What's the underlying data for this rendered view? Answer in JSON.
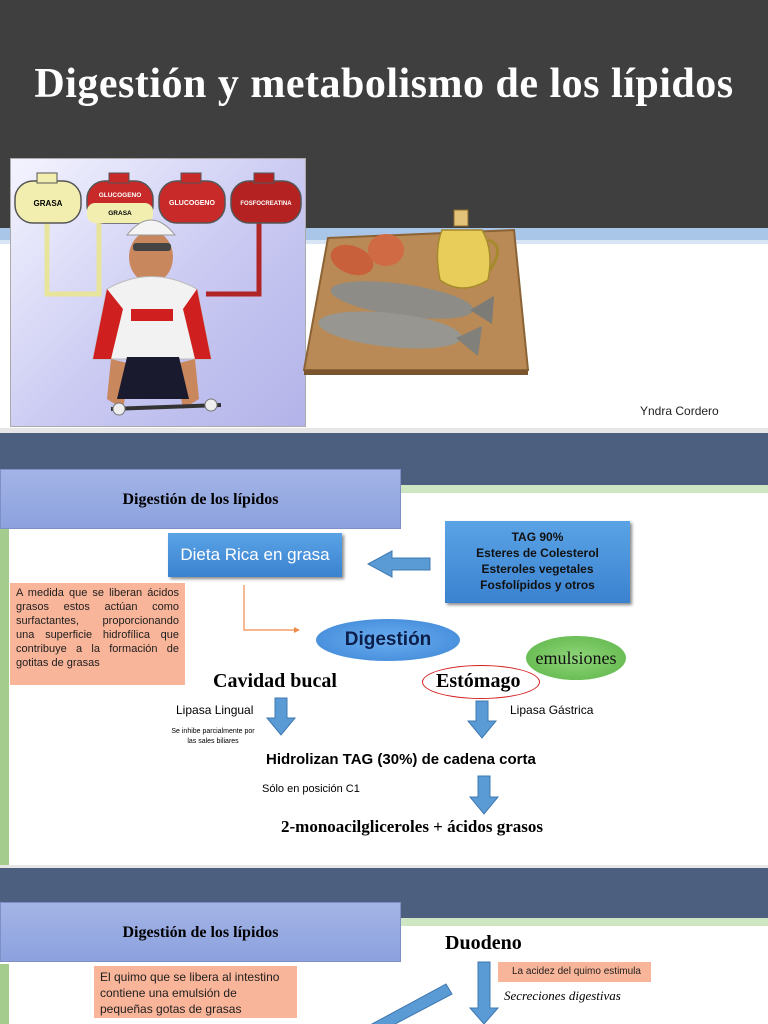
{
  "slide1": {
    "title": "Digestión y metabolismo de los lípidos",
    "author": "Yndra Cordero",
    "tanks": [
      "GRASA",
      "GLUCOGENO GRASA",
      "GLUCOGENO",
      "FOSFOCREATINA"
    ]
  },
  "slide2": {
    "title": "Digestión de los lípidos",
    "dieta": "Dieta Rica en grasa",
    "tag_lines": [
      "TAG  90%",
      "Esteres de Colesterol",
      "Esteroles vegetales",
      "Fosfolípidos y otros"
    ],
    "note": "A medida que se liberan ácidos grasos estos actúan como surfactantes, proporcionando una superficie hidrofílica que contribuye a la formación de gotitas de grasas",
    "digestion": "Digestión",
    "emulsiones": "emulsiones",
    "cavidad": "Cavidad bucal",
    "estomago": "Estómago",
    "lipasa_lingual": "Lipasa Lingual",
    "lipasa_gastrica": "Lipasa Gástrica",
    "se_inhibe": "Se inhibe parcialmente por las sales biliares",
    "hidrolizan": "Hidrolizan TAG (30%) de cadena corta",
    "solo_c1": "Sólo en posición C1",
    "monoacil": "2-monoacilgliceroles + ácidos grasos"
  },
  "slide3": {
    "title": "Digestión de los lípidos",
    "duodeno": "Duodeno",
    "acidez": "La acidez del  quimo estimula",
    "secreciones": "Secreciones digestivas",
    "note": "El quimo que se libera al intestino contiene una emulsión de pequeñas gotas de grasas"
  },
  "colors": {
    "header": "#3f3f3f",
    "topbar": "#4d5f7e",
    "title_box": "#8ca1de",
    "blue_box": "#3b82cf",
    "orange_box": "#f9b59a",
    "green_accent": "#a3cc8d",
    "red_ring": "#d42020"
  }
}
